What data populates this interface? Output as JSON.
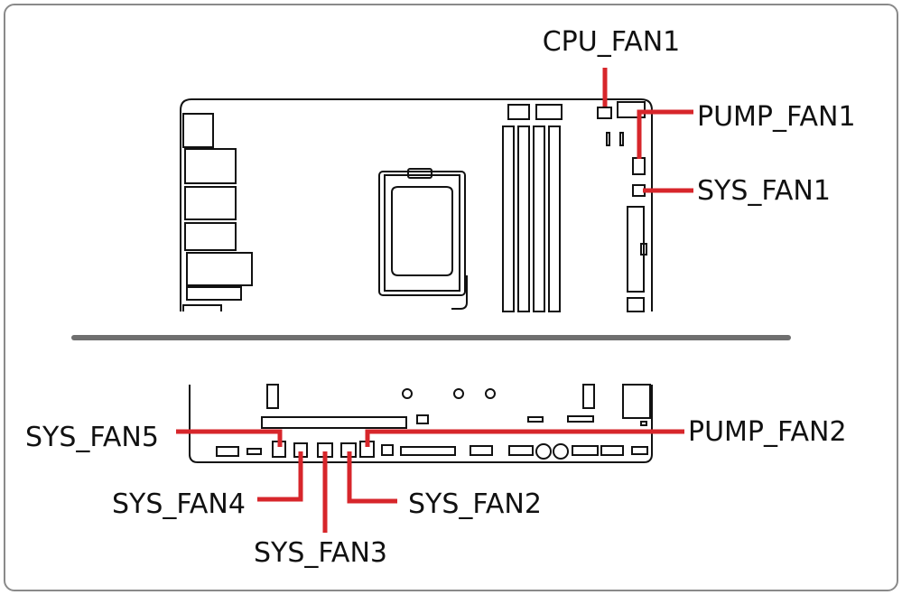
{
  "labels": {
    "cpu_fan1": "CPU_FAN1",
    "pump_fan1": "PUMP_FAN1",
    "sys_fan1": "SYS_FAN1",
    "pump_fan2": "PUMP_FAN2",
    "sys_fan5": "SYS_FAN5",
    "sys_fan4": "SYS_FAN4",
    "sys_fan2": "SYS_FAN2",
    "sys_fan3": "SYS_FAN3"
  },
  "colors": {
    "leader_line": "#d7262b",
    "board_outline": "#111111",
    "divider": "#6f6f6f",
    "frame": "#8a8a8a"
  }
}
